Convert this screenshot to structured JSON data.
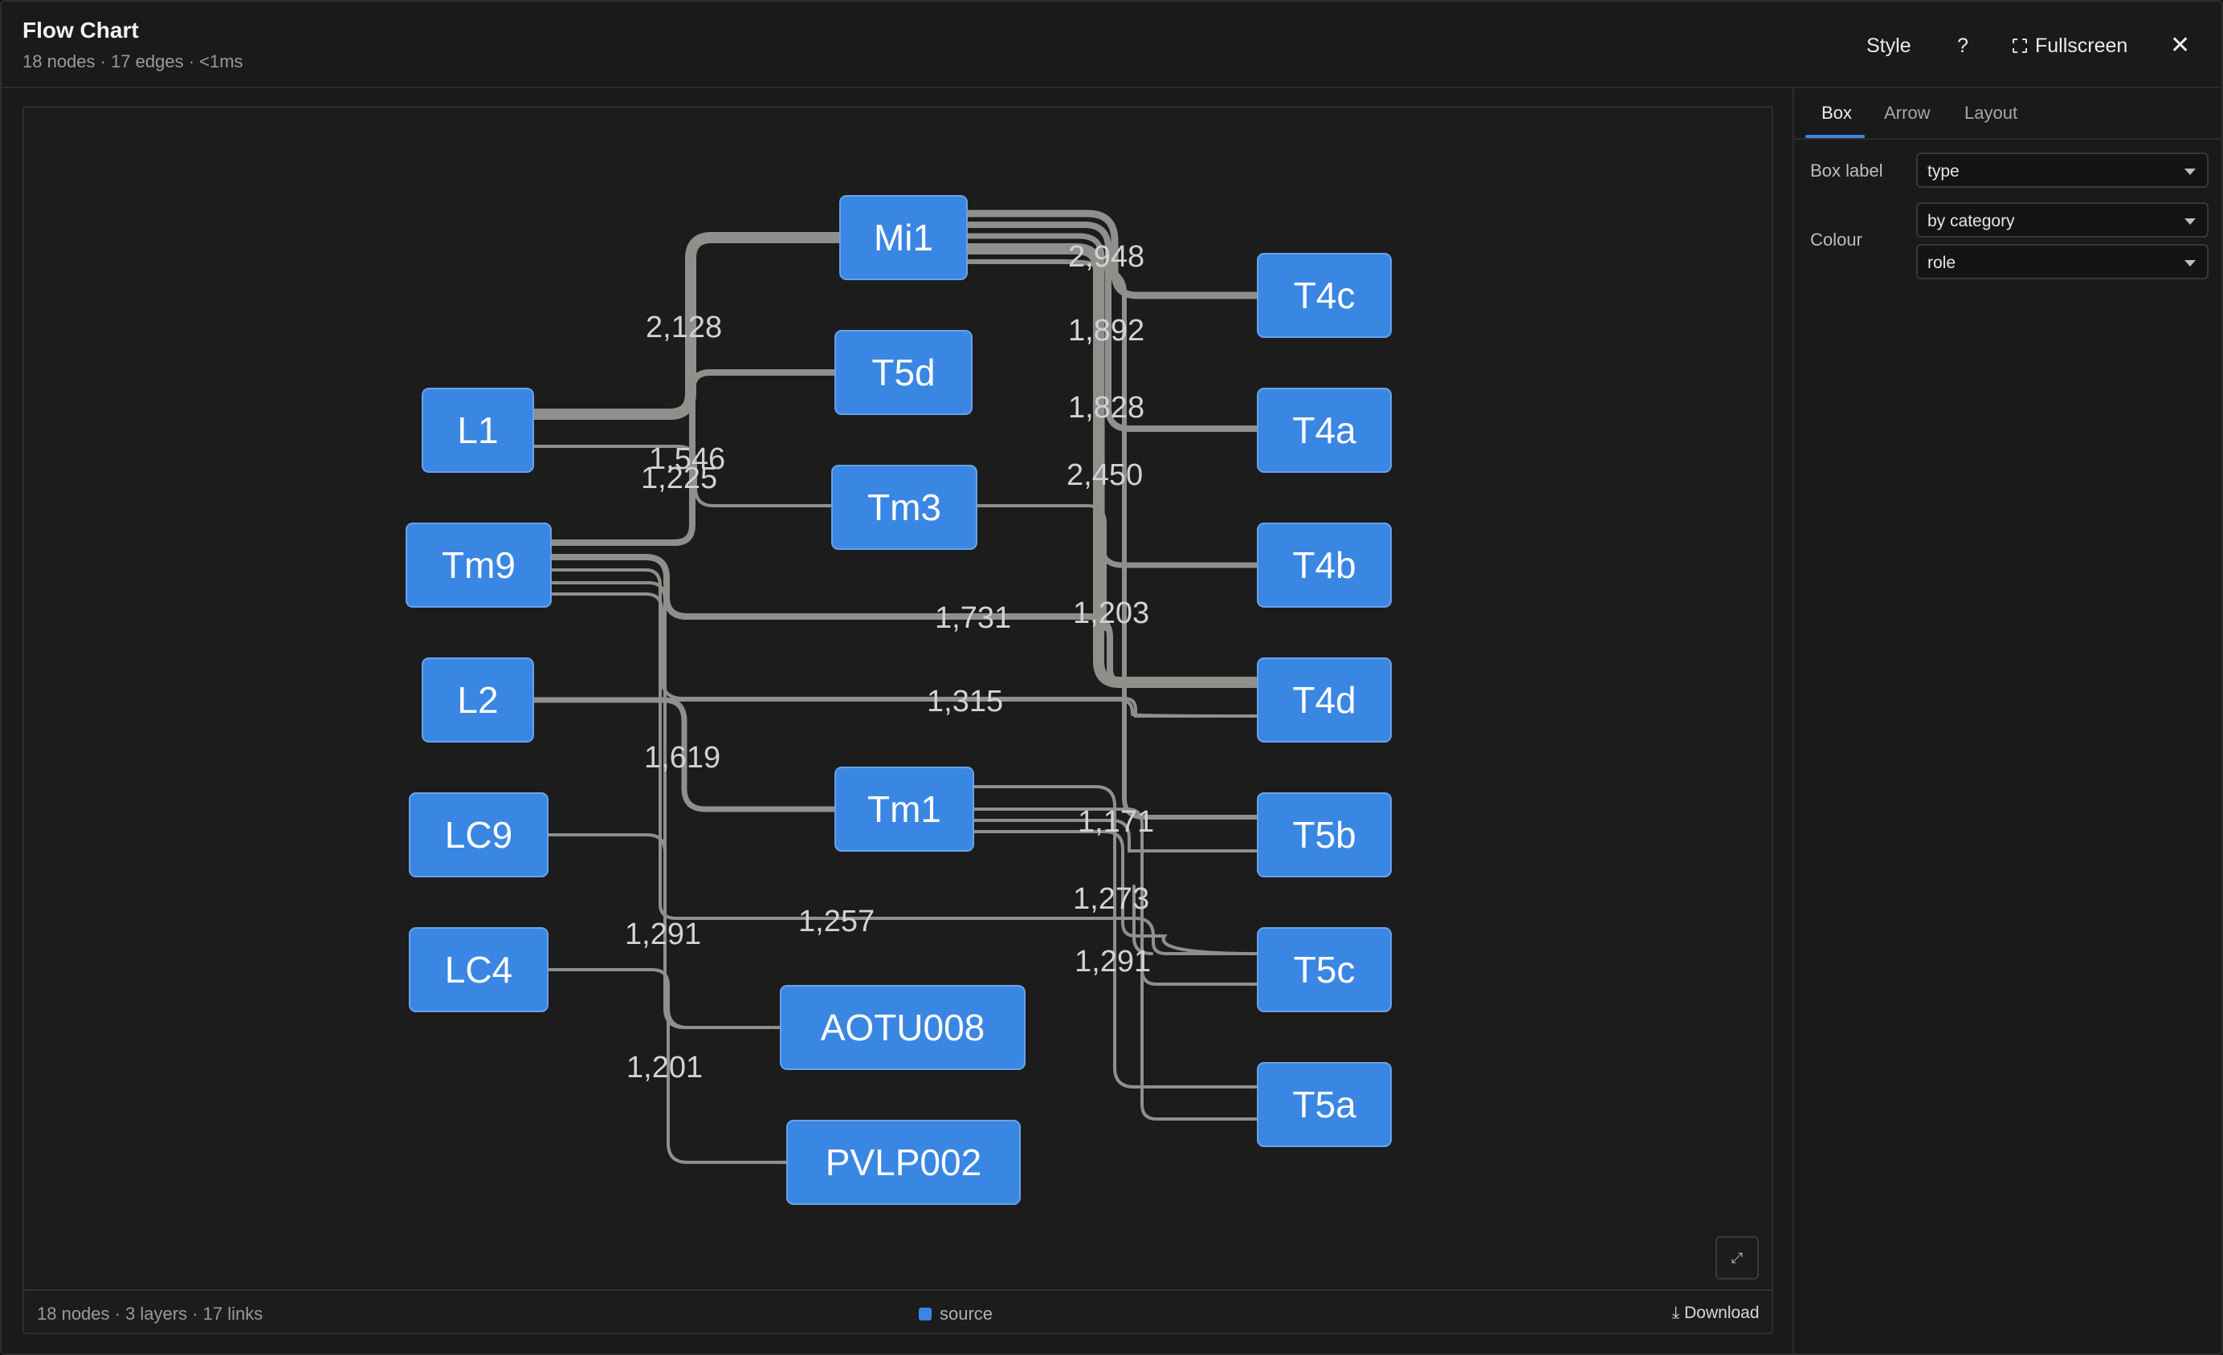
{
  "header": {
    "title": "Flow Chart",
    "subtitle": "18 nodes · 17 edges · <1ms",
    "style_label": "Style",
    "help_label": "?",
    "fullscreen_label": "Fullscreen",
    "close_label": "✕"
  },
  "footer": {
    "stats": "18 nodes · 3 layers · 17 links",
    "legend_label": "source",
    "download_label": "Download"
  },
  "panel": {
    "tabs": {
      "box": "Box",
      "arrow": "Arrow",
      "layout": "Layout"
    },
    "box_label": {
      "label": "Box label",
      "value": "type"
    },
    "colour": {
      "label": "Colour",
      "mode": "by category",
      "attribute": "role"
    }
  },
  "colors": {
    "node_fill": "#3a86e3",
    "edge": "#8f8f8c",
    "accent": "#3a86e3"
  },
  "graph": {
    "nodes": {
      "L1": "L1",
      "Tm9": "Tm9",
      "L2": "L2",
      "LC9": "LC9",
      "LC4": "LC4",
      "Mi1": "Mi1",
      "T5d": "T5d",
      "Tm3": "Tm3",
      "Tm1": "Tm1",
      "AOTU008": "AOTU008",
      "PVLP002": "PVLP002",
      "T4c": "T4c",
      "T4a": "T4a",
      "T4b": "T4b",
      "T4d": "T4d",
      "T5b": "T5b",
      "T5c": "T5c",
      "T5a": "T5a"
    },
    "edge_labels": {
      "l1_mi1": "2,128",
      "mi1_t4c": "2,948",
      "mi1_t4a": "1,892",
      "mi1_t4b": "1,828",
      "l1_tm3": "1,546",
      "tm9_t5d": "1,225",
      "mi1_t4d": "2,450",
      "tm9_t4d": "1,731",
      "tm3_t4d": "1,203",
      "l2_t4d": "1,315",
      "l2_tm1": "1,619",
      "tm1_t5b": "1,171",
      "tm9_t5c": "1,257",
      "tm1_t5a": "1,273",
      "lc9_aotu": "1,291",
      "tm1_t5c": "1,291",
      "lc4_pvlp": "1,201"
    }
  }
}
